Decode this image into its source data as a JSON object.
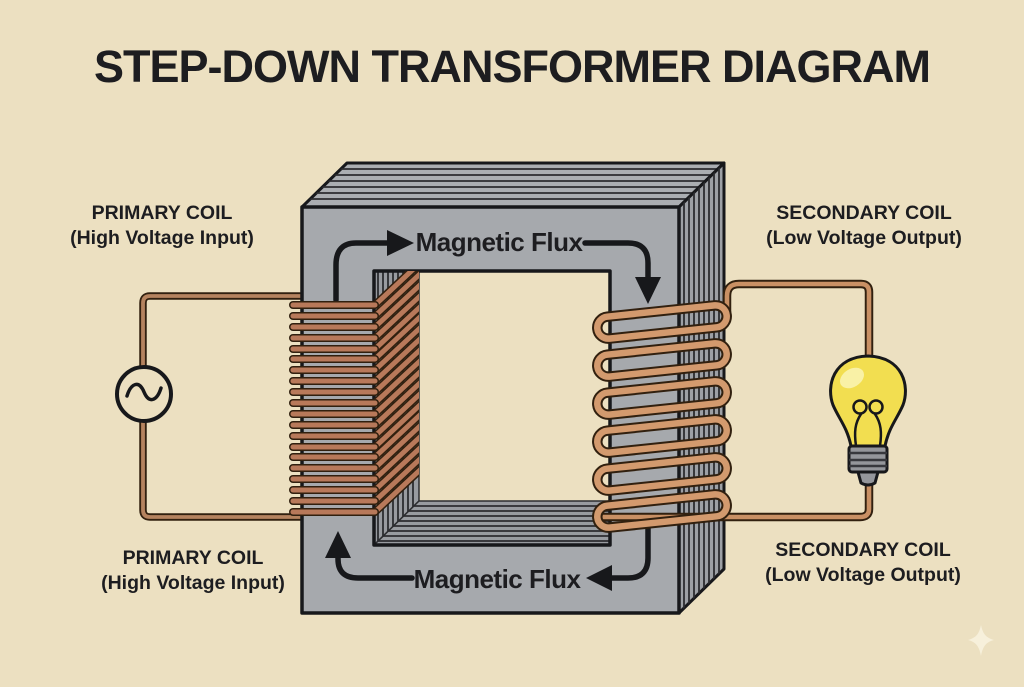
{
  "title": "STEP-DOWN TRANSFORMER DIAGRAM",
  "labels": {
    "primary_top": {
      "line1": "PRIMARY COIL",
      "line2": "(High Voltage Input)"
    },
    "secondary_top": {
      "line1": "SECONDARY COIL",
      "line2": "(Low Voltage Output)"
    },
    "primary_bottom": {
      "line1": "PRIMARY COIL",
      "line2": "(High Voltage Input)"
    },
    "secondary_bottom": {
      "line1": "SECONDARY COIL",
      "line2": "(Low Voltage Output)"
    },
    "flux_top": "Magnetic Flux",
    "flux_bottom": "Magnetic Flux"
  },
  "icons": {
    "ac_source": "ac-source-icon (circle with sine wave)",
    "light_bulb": "light-bulb-icon",
    "sparkle": "sparkle-icon (four-pointed star watermark)"
  },
  "colors": {
    "bg": "#ece0c1",
    "ink": "#17181b",
    "text": "#1d1d20",
    "core_face": "#a6a9ad",
    "core_top": "#abaeb2",
    "core_side": "#9da0a5",
    "core_inner": "#989ba0",
    "lamination": "#2c2d30",
    "copper_dark": "#31200f",
    "primary_copper": "#b8795a",
    "secondary_copper": "#d39a6e",
    "wire_left": "#b5835f",
    "wire_right": "#c99064",
    "bulb_yellow": "#f2de50",
    "bulb_highlight": "#f9f1a6",
    "bulb_base": "#94969b",
    "bulb_base_line": "#37383d",
    "sparkle": "#f7f0db"
  }
}
